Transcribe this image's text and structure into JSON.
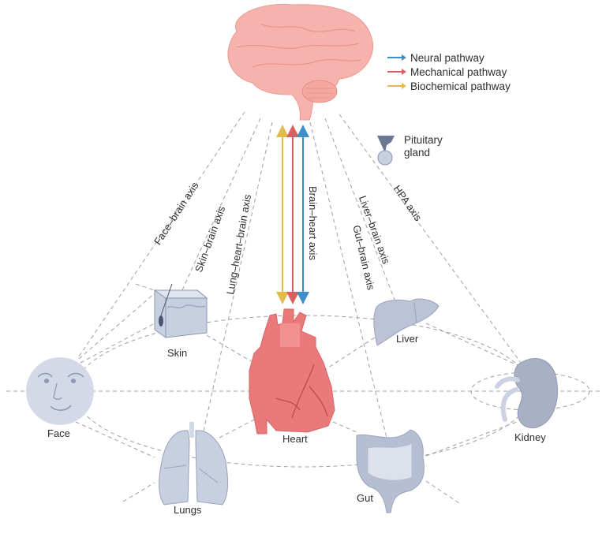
{
  "legend": {
    "items": [
      {
        "label": "Neural pathway",
        "color": "#3e8fc9"
      },
      {
        "label": "Mechanical pathway",
        "color": "#d9605f"
      },
      {
        "label": "Biochemical pathway",
        "color": "#e2bb4a"
      }
    ]
  },
  "pituitary": {
    "line1": "Pituitary",
    "line2": "gland"
  },
  "axes": {
    "face_brain": "Face–brain axis",
    "skin_brain": "Skin–brain axis",
    "lung_heart_brain": "Lung–heart–brain axis",
    "brain_heart": "Brain–heart axis",
    "gut_brain": "Gut–brain axis",
    "liver_brain": "Liver–brain axis",
    "hpa": "HPA axis"
  },
  "organs": {
    "skin": "Skin",
    "face": "Face",
    "heart": "Heart",
    "liver": "Liver",
    "kidney": "Kidney",
    "lungs": "Lungs",
    "gut": "Gut"
  },
  "colors": {
    "brain": "#f6b3ad",
    "heart": "#e9797a",
    "organ_gray": "#bcc3d6",
    "dash": "#9a9a9a"
  }
}
